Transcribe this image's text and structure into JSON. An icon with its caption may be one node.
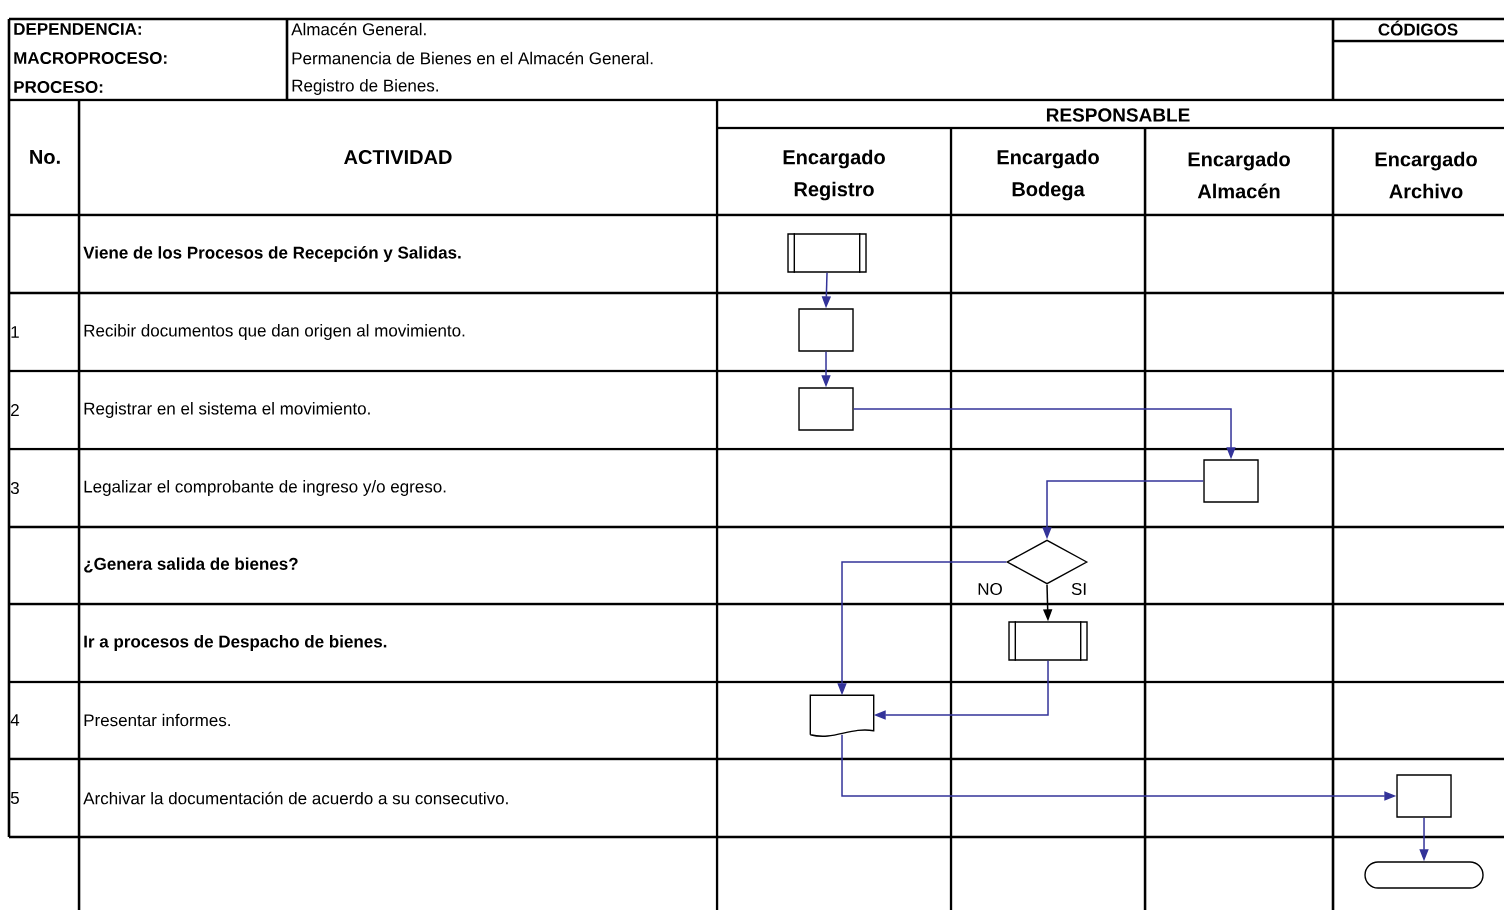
{
  "diagram": {
    "nodes": [
      {
        "text": [],
        "shape": "subprocess"
      },
      {
        "text": [],
        "shape": "box"
      },
      {
        "text": [],
        "shape": "box"
      },
      {
        "text": [],
        "shape": "box"
      },
      {
        "text": [],
        "shape": "diamond"
      },
      {
        "text": [],
        "shape": "subprocess"
      },
      {
        "text": [],
        "shape": "document"
      },
      {
        "text": [],
        "shape": "box"
      },
      {
        "text": [],
        "shape": "terminator"
      }
    ],
    "edges": [
      {
        "from": 0,
        "to": 1,
        "arrow": "to"
      },
      {
        "from": 1,
        "to": 2,
        "arrow": "to"
      },
      {
        "from": 2,
        "to": 3,
        "arrow": "to"
      },
      {
        "from": 3,
        "to": 4,
        "arrow": "to"
      },
      {
        "from": 4,
        "to": 6,
        "arrow": "to",
        "label": "NO"
      },
      {
        "from": 4,
        "to": 5,
        "arrow": "to",
        "label": "SI",
        "color": "#000000"
      },
      {
        "from": 5,
        "to": 6,
        "arrow": "to"
      },
      {
        "from": 6,
        "to": 7,
        "arrow": "to"
      },
      {
        "from": 7,
        "to": 8,
        "arrow": "to"
      }
    ],
    "labels": [
      "DEPENDENCIA:",
      "Almacén General.",
      "CÓDIGOS",
      "MACROPROCESO:",
      "Permanencia de Bienes en el Almacén General.",
      "PROCESO:",
      "Registro de Bienes.",
      "RESPONSABLE",
      "No.",
      "ACTIVIDAD",
      "Encargado Registro",
      "Encargado Bodega",
      "Encargado Almacén",
      "Encargado Archivo",
      "Viene de los Procesos de Recepción y Salidas.",
      "1",
      "Recibir documentos que dan origen al movimiento.",
      "2",
      "Registrar en el sistema el movimiento.",
      "3",
      "Legalizar el comprobante de ingreso y/o egreso.",
      "¿Genera salida de bienes?",
      "Ir a procesos de Despacho de bienes.",
      "4",
      "Presentar informes.",
      "5",
      "Archivar la documentación de acuerdo a su consecutivo."
    ]
  }
}
